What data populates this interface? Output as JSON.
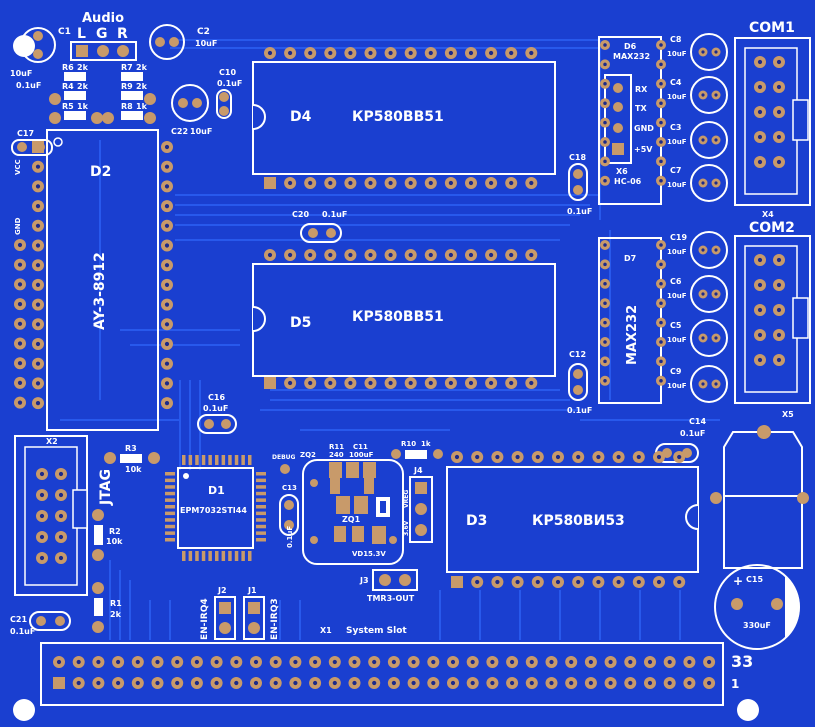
{
  "colors": {
    "board": "#1a3fd0",
    "trace": "#1d4fe6",
    "pad": "#c89a6a",
    "hole": "#1c2a8a",
    "silk": "#ffffff",
    "bg": "#ffffff"
  },
  "labels": {
    "audio": "Audio",
    "audio_l": "L",
    "audio_g": "G",
    "audio_r": "R",
    "c1": "C1",
    "c2": "C2",
    "c2_val": "10uF",
    "c1_val": "10uF",
    "c1_val2": "0.1uF",
    "r6": "R6",
    "r6_val": "2k",
    "r7": "R7",
    "r7_val": "2k",
    "r4": "R4",
    "r4_val": "2k",
    "r9": "R9",
    "r9_val": "2k",
    "r5": "R5",
    "r5_val": "1k",
    "r8": "R8",
    "r8_val": "1k",
    "c10": "C10",
    "c10_val": "0.1uF",
    "c22": "C22",
    "c22_val": "10uF",
    "c17": "C17",
    "d2": "D2",
    "d2_chip": "AY-3-8912",
    "vcc": "VCC",
    "gnd": "GND",
    "d4": "D4",
    "d4_chip": "КР580ВВ51",
    "d5": "D5",
    "d5_chip": "КР580ВВ51",
    "c20": "C20",
    "c20_val": "0.1uF",
    "d6": "D6",
    "d6_chip": "MAX232",
    "x6": "X6",
    "x6_chip": "HC-06",
    "rx": "RX",
    "tx": "TX",
    "gnd2": "GND",
    "p5v": "+5V",
    "c8": "C8",
    "c8_val": "10uF",
    "c4": "C4",
    "c4_val": "10uF",
    "c3": "C3",
    "c3_val": "10uF",
    "c7": "C7",
    "c7_val": "10uF",
    "c18": "C18",
    "c18_val": "0.1uF",
    "com1": "COM1",
    "com2": "COM2",
    "x4": "X4",
    "x5": "X5",
    "d7": "D7",
    "d7_chip": "MAX232",
    "c19": "C19",
    "c19_val": "10uF",
    "c6": "C6",
    "c6_val": "10uF",
    "c5": "C5",
    "c5_val": "10uF",
    "c9": "C9",
    "c9_val": "10uF",
    "c12": "C12",
    "c12_val": "0.1uF",
    "c14": "C14",
    "c14_val": "0.1uF",
    "c16": "C16",
    "c16_val": "0.1uF",
    "x2": "X2",
    "jtag": "JTAG",
    "r3": "R3",
    "r3_val": "10k",
    "r2": "R2",
    "r2_val": "10k",
    "r1": "R1",
    "r1_val": "2k",
    "d1": "D1",
    "d1_chip": "EPM7032STI44",
    "debug": "DEBUG",
    "c13": "C13",
    "c13_val": "0.1uF",
    "zq2": "ZQ2",
    "r11": "R11",
    "r11_val": "240",
    "c11": "C11",
    "c11_val": "100uF",
    "zq1": "ZQ1",
    "vd1": "VD1",
    "vd1_val": "5.3V",
    "r10": "R10",
    "r10_val": "1k",
    "j4": "J4",
    "vreg": "VREG",
    "vbat": "3.6V",
    "d3": "D3",
    "d3_chip": "КР580ВИ53",
    "j3": "J3",
    "tmr3": "TMR3-OUT",
    "j2": "J2",
    "j1": "J1",
    "en_irq4": "EN-IRQ4",
    "en_irq3": "EN-IRQ3",
    "c21": "C21",
    "c21_val": "0.1uF",
    "x1": "X1",
    "system_slot": "System Slot",
    "c15": "C15",
    "c15_val": "330uF",
    "pin33": "33",
    "pin1": "1"
  }
}
